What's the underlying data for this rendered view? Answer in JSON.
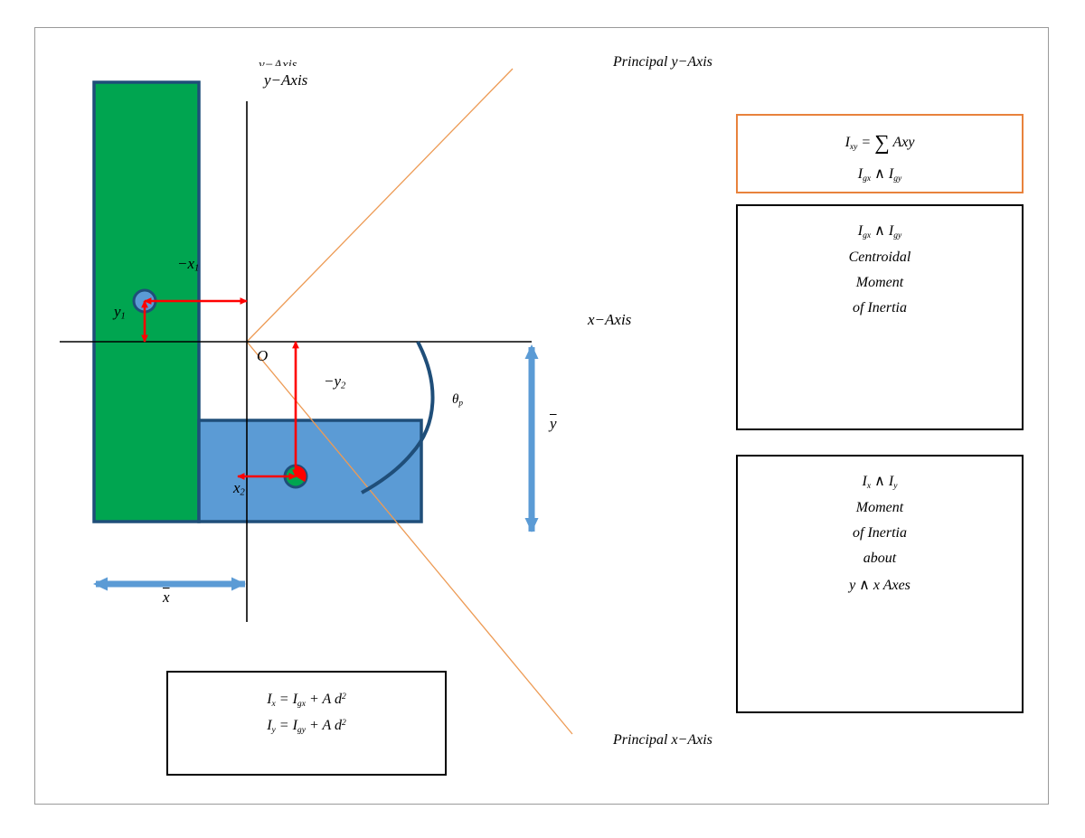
{
  "diagram": {
    "title_hidden_partial": "y−Axis",
    "axes": {
      "y_axis_label": "y−Axis",
      "x_axis_label": "x−Axis",
      "principal_y_label": "Principal y−Axis",
      "principal_x_label": "Principal x−Axis",
      "origin_label": "O"
    },
    "dimension_labels": {
      "x1": "−x",
      "x1_sub": "1",
      "y1": "y",
      "y1_sub": "1",
      "x2": "x",
      "x2_sub": "2",
      "y2": "−y",
      "y2_sub": "2",
      "x_bar": "x",
      "y_bar": "y",
      "theta_p": "θ",
      "theta_p_sub": "p"
    },
    "colors": {
      "green_shape_fill": "#00A550",
      "blue_shape_fill": "#5B9BD5",
      "shape_border": "#1F4E79",
      "principal_axis": "#ED9B55",
      "dimension_arrow_red": "#FF0000",
      "centroid_arrow_blue": "#5B9BD5",
      "theta_arc": "#1F4E79",
      "box_orange_border": "#E8823C",
      "box_black_border": "#000000",
      "frame_border": "#9A9A9A"
    }
  },
  "boxes": {
    "product_of_inertia": {
      "border_color": "#E8823C",
      "lines": [
        {
          "prefix": "I",
          "sub": "xy",
          "mid": " = ",
          "sum": "∑",
          "suffix": " Axy"
        },
        {
          "a": "I",
          "a_sub": "gx",
          "op": " ∧ ",
          "b": "I",
          "b_sub": "gy"
        }
      ]
    },
    "centroidal_moment": {
      "border_color": "#000000",
      "lines": [
        {
          "a": "I",
          "a_sub": "gx",
          "op": " ∧ ",
          "b": "I",
          "b_sub": "gy"
        },
        {
          "text": "Centroidal"
        },
        {
          "text": "Moment"
        },
        {
          "text": "of Inertia"
        }
      ]
    },
    "moment_about_axes": {
      "border_color": "#000000",
      "lines": [
        {
          "a": "I",
          "a_sub": "x",
          "op": " ∧ ",
          "b": "I",
          "b_sub": "y"
        },
        {
          "text": "Moment"
        },
        {
          "text": "of Inertia"
        },
        {
          "text": "about"
        },
        {
          "text": "y ∧ x Axes"
        }
      ]
    },
    "parallel_axis_theorem": {
      "border_color": "#000000",
      "lines": [
        {
          "lhs": "I",
          "lhs_sub": "x",
          "eq": " = ",
          "rhs": "I",
          "rhs_sub": "gx",
          "plus": " + A d",
          "exp": "2"
        },
        {
          "lhs": "I",
          "lhs_sub": "y",
          "eq": " = ",
          "rhs": "I",
          "rhs_sub": "gy",
          "plus": " + A d",
          "exp": "2"
        }
      ]
    }
  }
}
